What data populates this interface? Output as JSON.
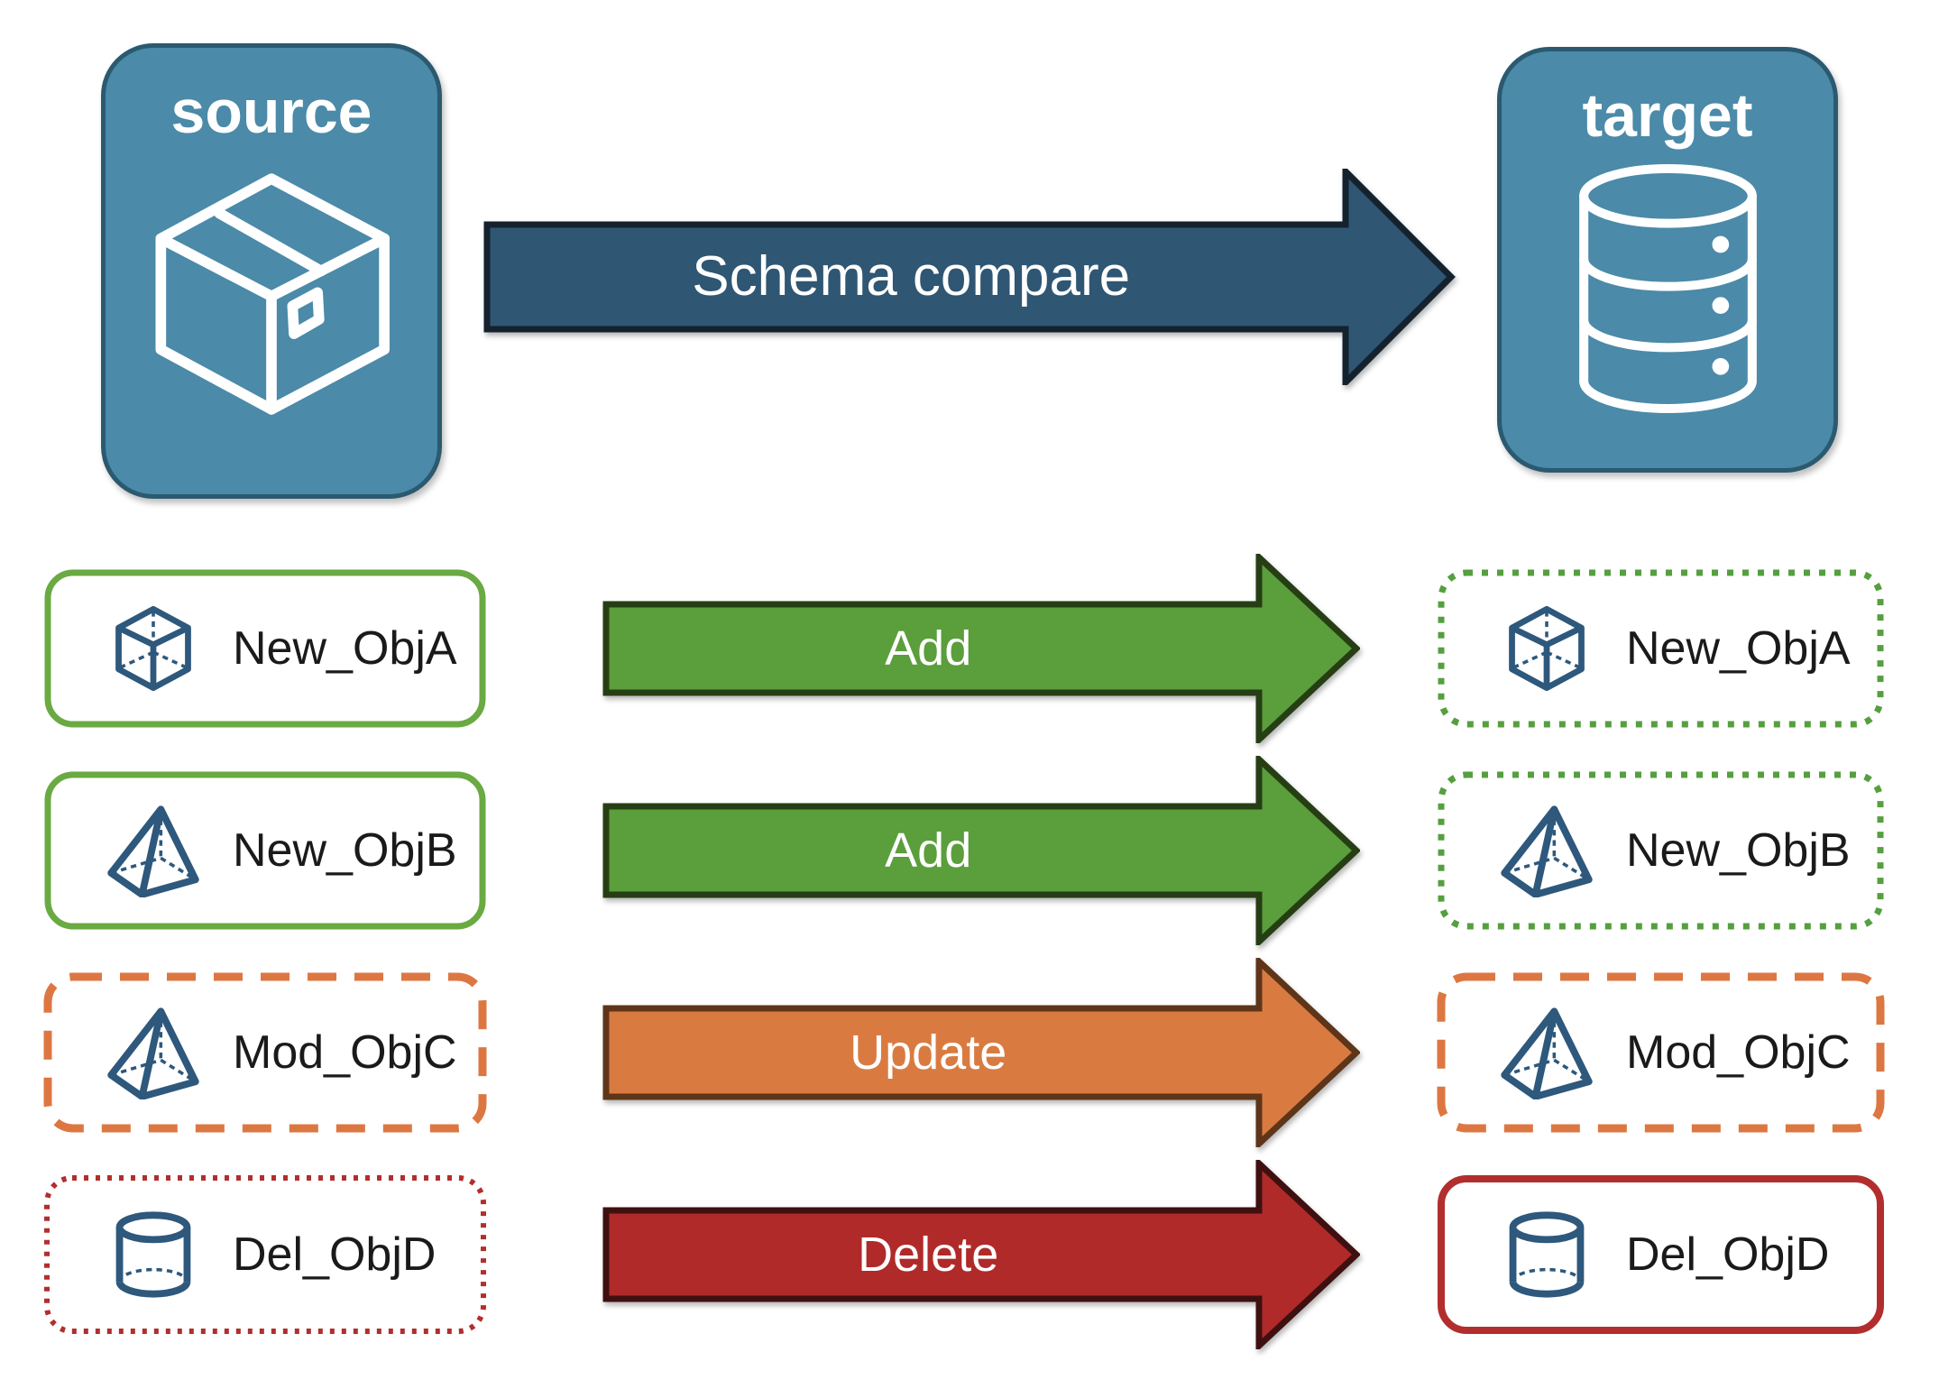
{
  "diagram": {
    "source": {
      "label": "source",
      "icon": "package-icon"
    },
    "target": {
      "label": "target",
      "icon": "database-icon"
    },
    "compare": {
      "label": "Schema compare"
    }
  },
  "rows": [
    {
      "action": "Add",
      "left": {
        "label": "New_ObjA",
        "icon": "cube-icon",
        "border_style": "green-solid"
      },
      "right": {
        "label": "New_ObjA",
        "icon": "cube-icon",
        "border_style": "green-dotted"
      }
    },
    {
      "action": "Add",
      "left": {
        "label": "New_ObjB",
        "icon": "pyramid-icon",
        "border_style": "green-solid"
      },
      "right": {
        "label": "New_ObjB",
        "icon": "pyramid-icon",
        "border_style": "green-dotted"
      }
    },
    {
      "action": "Update",
      "left": {
        "label": "Mod_ObjC",
        "icon": "pyramid-icon",
        "border_style": "orange-dashed"
      },
      "right": {
        "label": "Mod_ObjC",
        "icon": "pyramid-icon",
        "border_style": "orange-dashed"
      }
    },
    {
      "action": "Delete",
      "left": {
        "label": "Del_ObjD",
        "icon": "cylinder-icon",
        "border_style": "red-dotted"
      },
      "right": {
        "label": "Del_ObjD",
        "icon": "cylinder-icon",
        "border_style": "red-solid"
      }
    }
  ],
  "colors": {
    "panel_fill": "#4B8AA8",
    "panel_border": "#2B5A70",
    "panel_text": "#FFFFFF",
    "compare_arrow_fill": "#2F5673",
    "compare_arrow_outline": "#14222E",
    "add_arrow_fill": "#5B9E3C",
    "add_arrow_outline": "#263E14",
    "update_arrow_fill": "#D97B41",
    "update_arrow_outline": "#5E3519",
    "delete_arrow_fill": "#B02A2A",
    "delete_arrow_outline": "#3F1010",
    "green_solid_border": "#6AAA42",
    "green_dotted_border": "#559F3F",
    "orange_dashed_border": "#DD7742",
    "red_border": "#B22E2E",
    "object_icon_color": "#2E587C",
    "card_text": "#1A1A1A",
    "arrow_text": "#FFFFFF"
  }
}
